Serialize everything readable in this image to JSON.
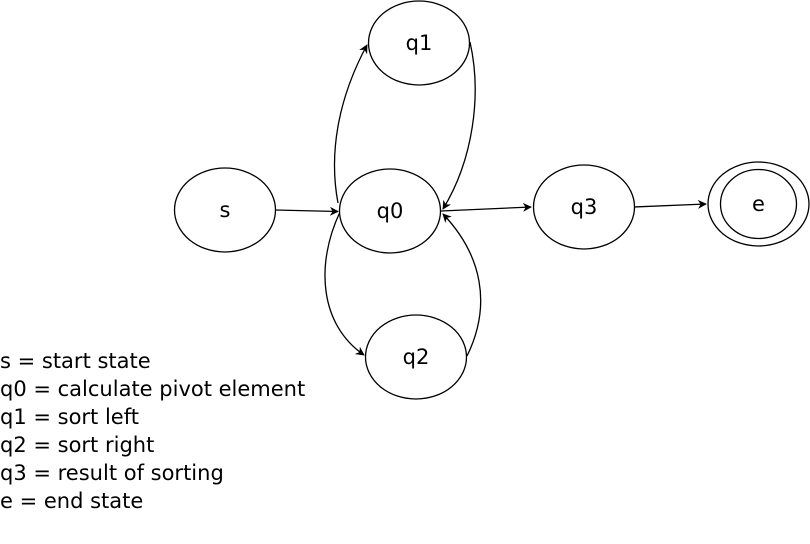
{
  "diagram": {
    "nodes": {
      "s": "s",
      "q0": "q0",
      "q1": "q1",
      "q2": "q2",
      "q3": "q3",
      "e": "e"
    },
    "legend": [
      "s = start state",
      "q0 = calculate pivot element",
      "q1 = sort left",
      "q2 = sort right",
      "q3 = result of sorting",
      "e = end state"
    ]
  }
}
